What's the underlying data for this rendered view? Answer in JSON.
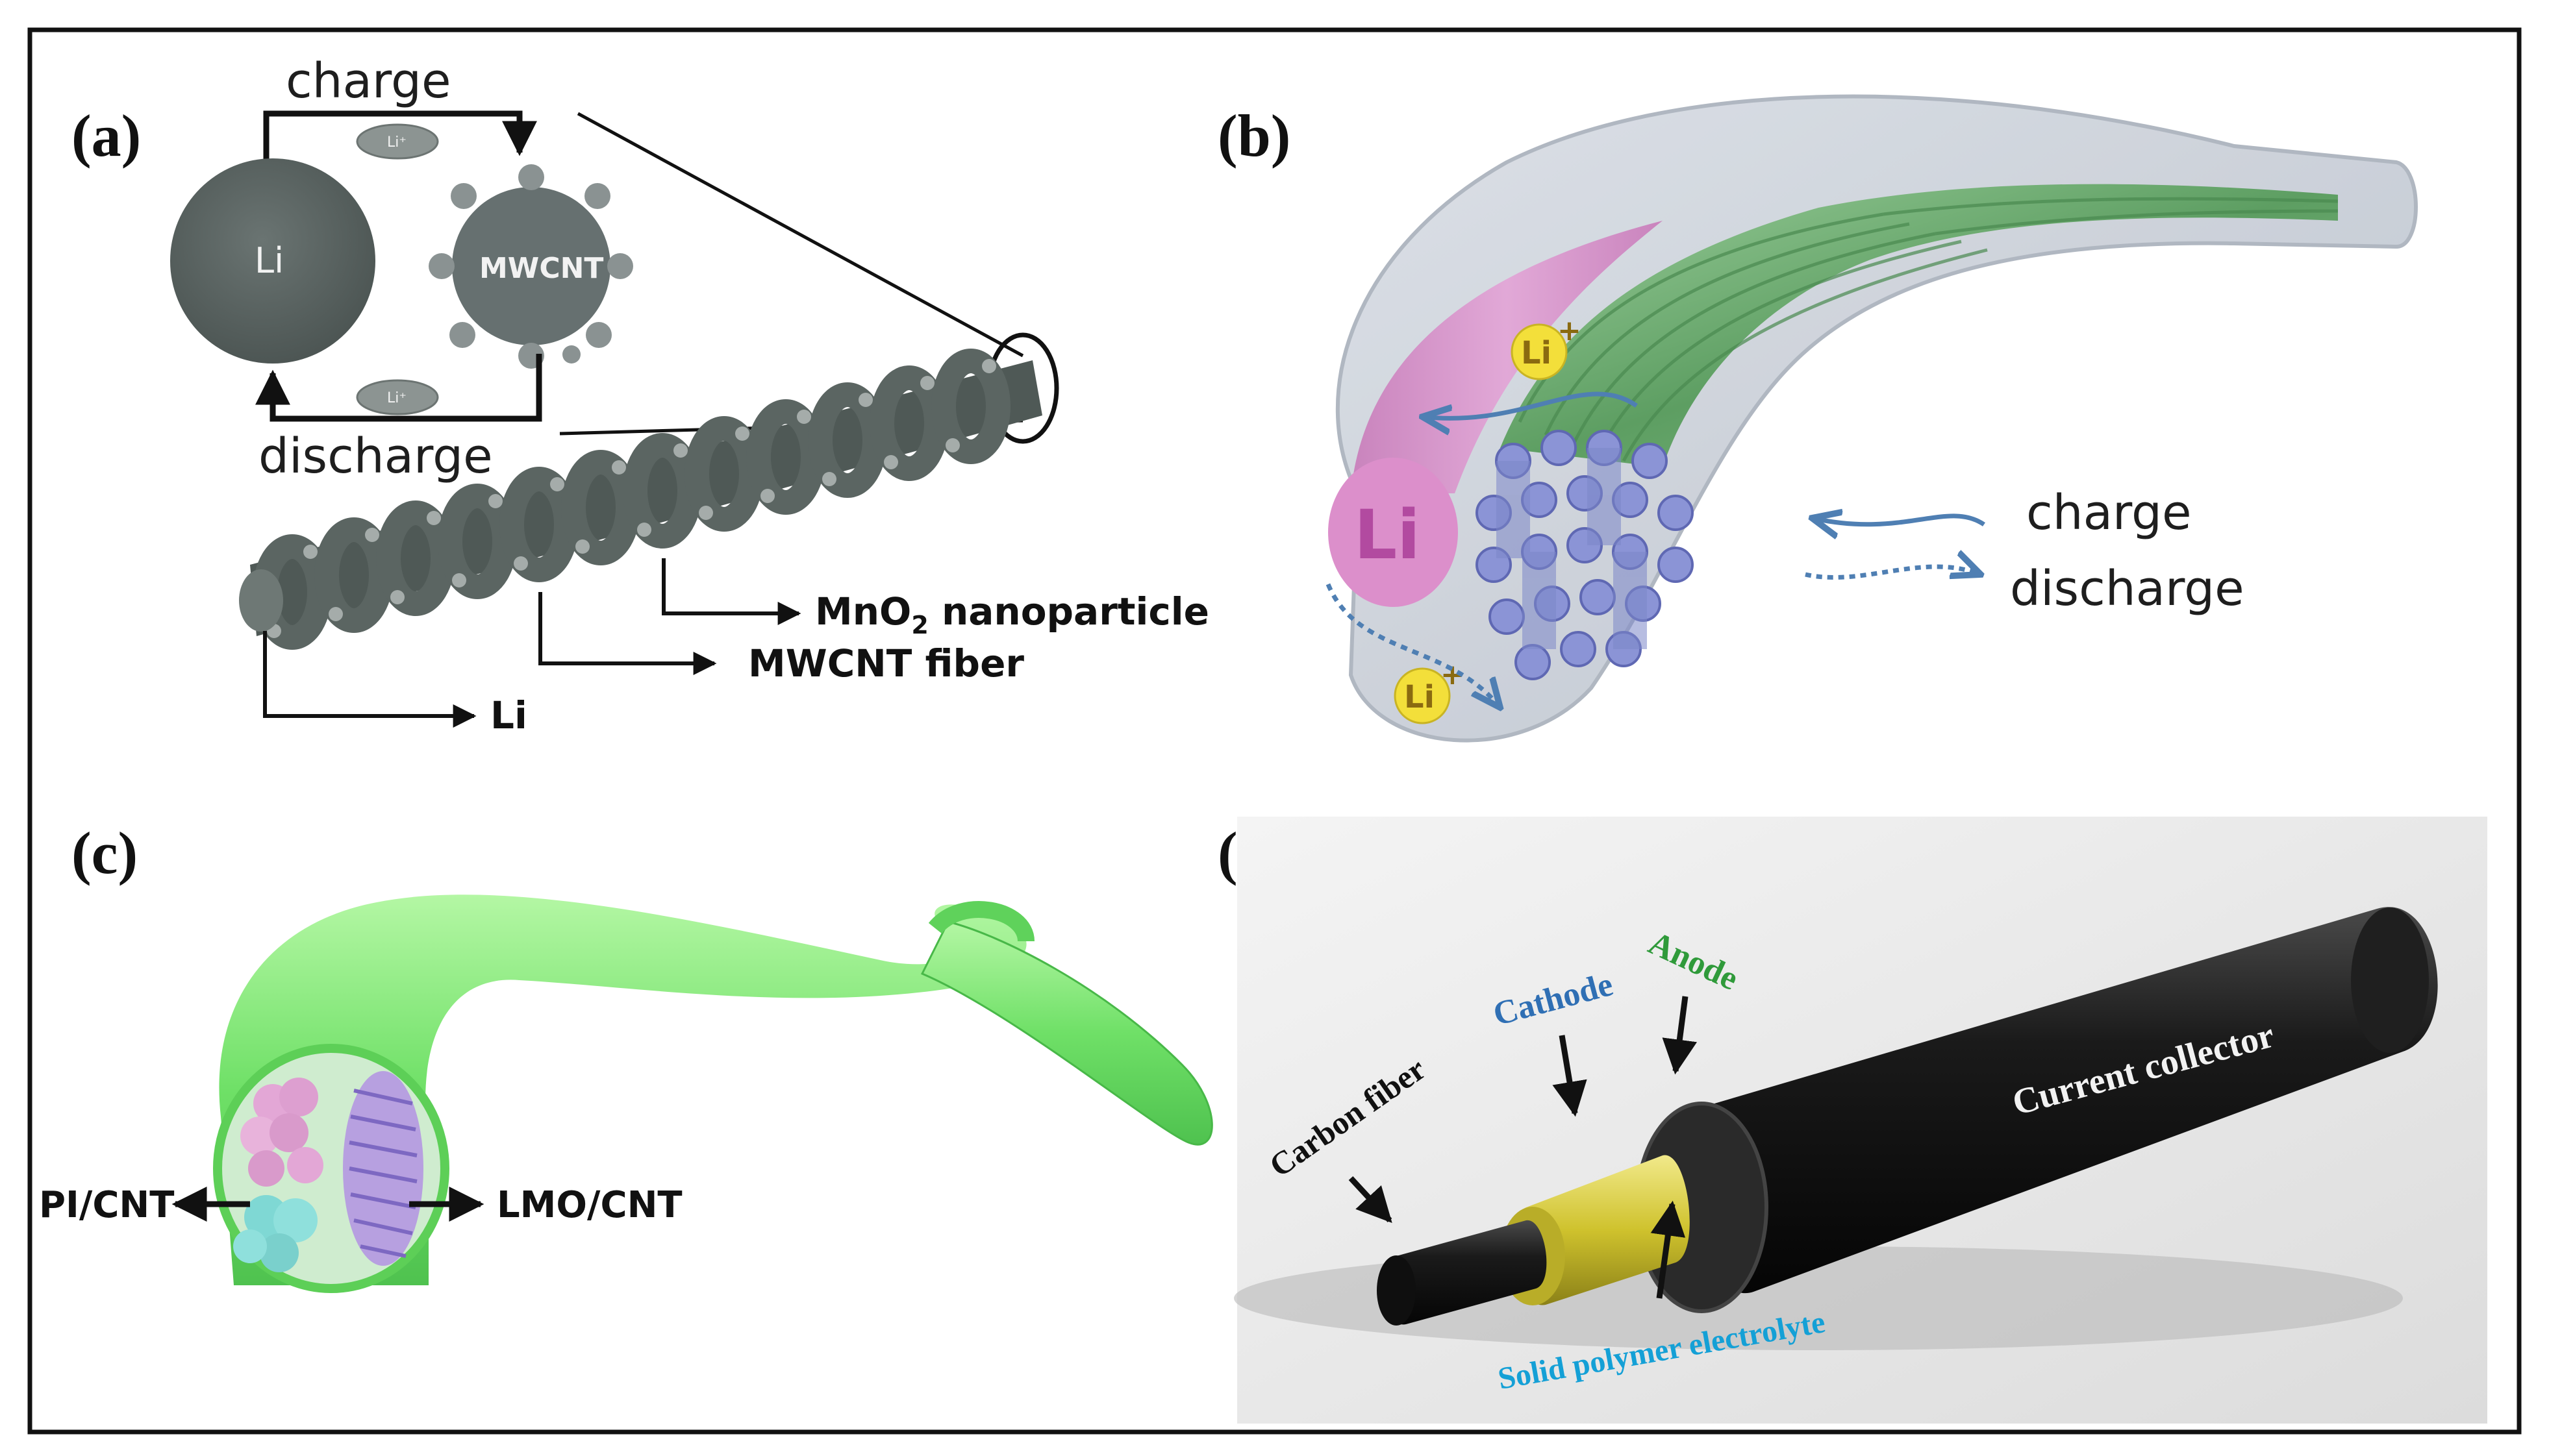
{
  "panel_labels": {
    "a": "(a)",
    "b": "(b)",
    "c": "(c)",
    "d": "(d)"
  },
  "panel_a": {
    "charge": "charge",
    "discharge": "discharge",
    "li_circle": "Li",
    "mwcnt_circle": "MWCNT",
    "li_ion_badge": "Li⁺",
    "mno2_prefix": "MnO",
    "mno2_sub": "2",
    "mno2_suffix": " nanoparticle",
    "mwcnt_fiber": "MWCNT fiber",
    "li_core": "Li"
  },
  "panel_b": {
    "li_core": "Li",
    "li_ion": "Li",
    "li_ion_charge": "+",
    "legend_charge": "charge",
    "legend_discharge": "discharge"
  },
  "panel_c": {
    "left_label": "PI/CNT",
    "right_label": "LMO/CNT"
  },
  "panel_d": {
    "carbon_fiber": "Carbon fiber",
    "cathode": "Cathode",
    "anode": "Anode",
    "current_collector": "Current collector",
    "electrolyte": "Solid polymer electrolyte"
  },
  "colors": {
    "frame": "#111111",
    "li_disc": "#5c6664",
    "fiber_gray": "#59635f",
    "shell_gray": "#c4cad3",
    "purple_li": "#d98fc9",
    "green_fiber": "#78b37d",
    "blue_rod": "#8a93d3",
    "ion_yellow": "#f3df3a",
    "arrow_blue": "#4f7fb3",
    "tube_green": "#7fe97a",
    "cathode_blue": "#2f6fb4",
    "anode_green": "#2f9a3a",
    "electrolyte_cyan": "#14a0d6",
    "cathode_yellow": "#d8d037",
    "black_tube": "#151515"
  }
}
